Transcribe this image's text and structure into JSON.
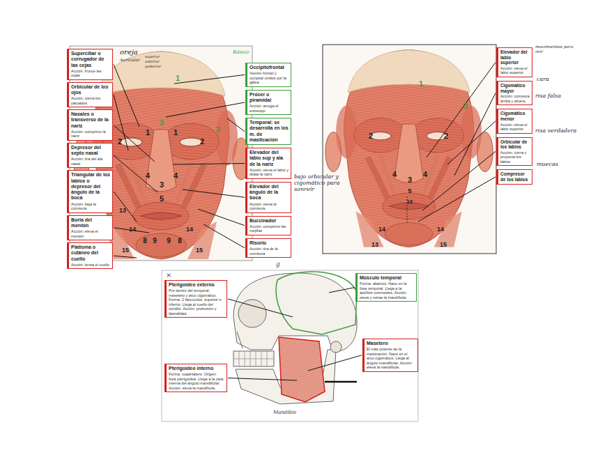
{
  "diagram": {
    "nodes": [
      {
        "text": [
          "Superciliar o corrugador de las cejas",
          "Acción: frunce las cejas"
        ]
      },
      {
        "text": [
          "Orbicular de los ojos",
          "Acción: cierra los párpados"
        ]
      },
      {
        "text": [
          "Nasales o transverso de la nariz",
          "Acción: comprime la nariz"
        ]
      },
      {
        "text": [
          "Depresor del septo nasal",
          "Acción: tira del ala nasal"
        ]
      },
      {
        "text": [
          "Triangular de los labios o depresor del ángulo de la boca",
          "Acción: baja la comisura"
        ]
      },
      {
        "text": [
          "Borla del mentón",
          "Acción: eleva el mentón"
        ]
      },
      {
        "text": [
          "Platisma o cutáneo del cuello",
          "Acción: tensa el cuello"
        ]
      },
      {
        "text": [
          "Occipitofrontal",
          "Vientre frontal y occipital unidos por la gálea"
        ]
      },
      {
        "text": [
          "Prócer o piramidal",
          "Acción: arruga el entrecejo"
        ]
      },
      {
        "text": [
          "Temporal: se desarrolla en los m. de masticación"
        ]
      },
      {
        "text": [
          "Elevador del labio sup y ala de la nariz",
          "Acción: eleva el labio y dilata la nariz"
        ]
      },
      {
        "text": [
          "Elevador del ángulo de la boca",
          "Acción: eleva la comisura"
        ]
      },
      {
        "text": [
          "Buccinador",
          "Acción: comprime las mejillas"
        ]
      },
      {
        "text": [
          "Risorio",
          "Acción: tira de la comisura"
        ]
      },
      {
        "text": [
          "Elevador del labio superior",
          "Acción: eleva el labio superior"
        ]
      },
      {
        "text": [
          "Cigomático mayor",
          "Acción: comisura arriba y afuera"
        ]
      },
      {
        "text": [
          "Cigomático menor",
          "Acción: eleva el labio superior"
        ]
      },
      {
        "text": [
          "Orbicular de los labios",
          "Acción: cierra y proyecta los labios"
        ]
      },
      {
        "text": [
          "Compresor de los labios"
        ]
      },
      {
        "text": [
          "Pterigoideo externo",
          "Por dentro del temporal, masetero y arco cigomático. Forma: 2 fascículos, superior e inferior. Llega al cuello del cóndilo. Acción: protrusión y lateralidad."
        ]
      },
      {
        "text": [
          "Pterigoideo interno",
          "Forma: cuadrilátero. Origen: fosa pterigoidea. Llega a la cara interna del ángulo mandibular. Acción: eleva la mandíbula."
        ]
      },
      {
        "text": [
          "Músculo temporal",
          "Forma: abanico. Nace en la fosa temporal. Llega a la apófisis coronoides. Acción: eleva y retrae la mandíbula."
        ]
      },
      {
        "text": [
          "Masetero",
          "El más potente de la masticación. Nace en el arco cigomático. Llega al ángulo mandibular. Acción: eleva la mandíbula."
        ]
      }
    ],
    "labels": [
      "oreja",
      "Auricular",
      "superior",
      "anterior",
      "posterior",
      "Básico",
      "bajo orbicular y cigomático para sonreír",
      "movimientos para reír",
      "cara",
      "risa falsa",
      "risa verdadera",
      "muecas",
      "g",
      "×",
      "Mandíble",
      "1",
      "1",
      "2",
      "2",
      "3",
      "4",
      "4",
      "5",
      "8",
      "9",
      "9",
      "8",
      "13",
      "14",
      "14",
      "15",
      "15",
      "1",
      "3",
      "2",
      "2",
      "4",
      "4",
      "3",
      "5",
      "16",
      "14",
      "14",
      "13",
      "15",
      "3",
      "3",
      "1"
    ]
  }
}
